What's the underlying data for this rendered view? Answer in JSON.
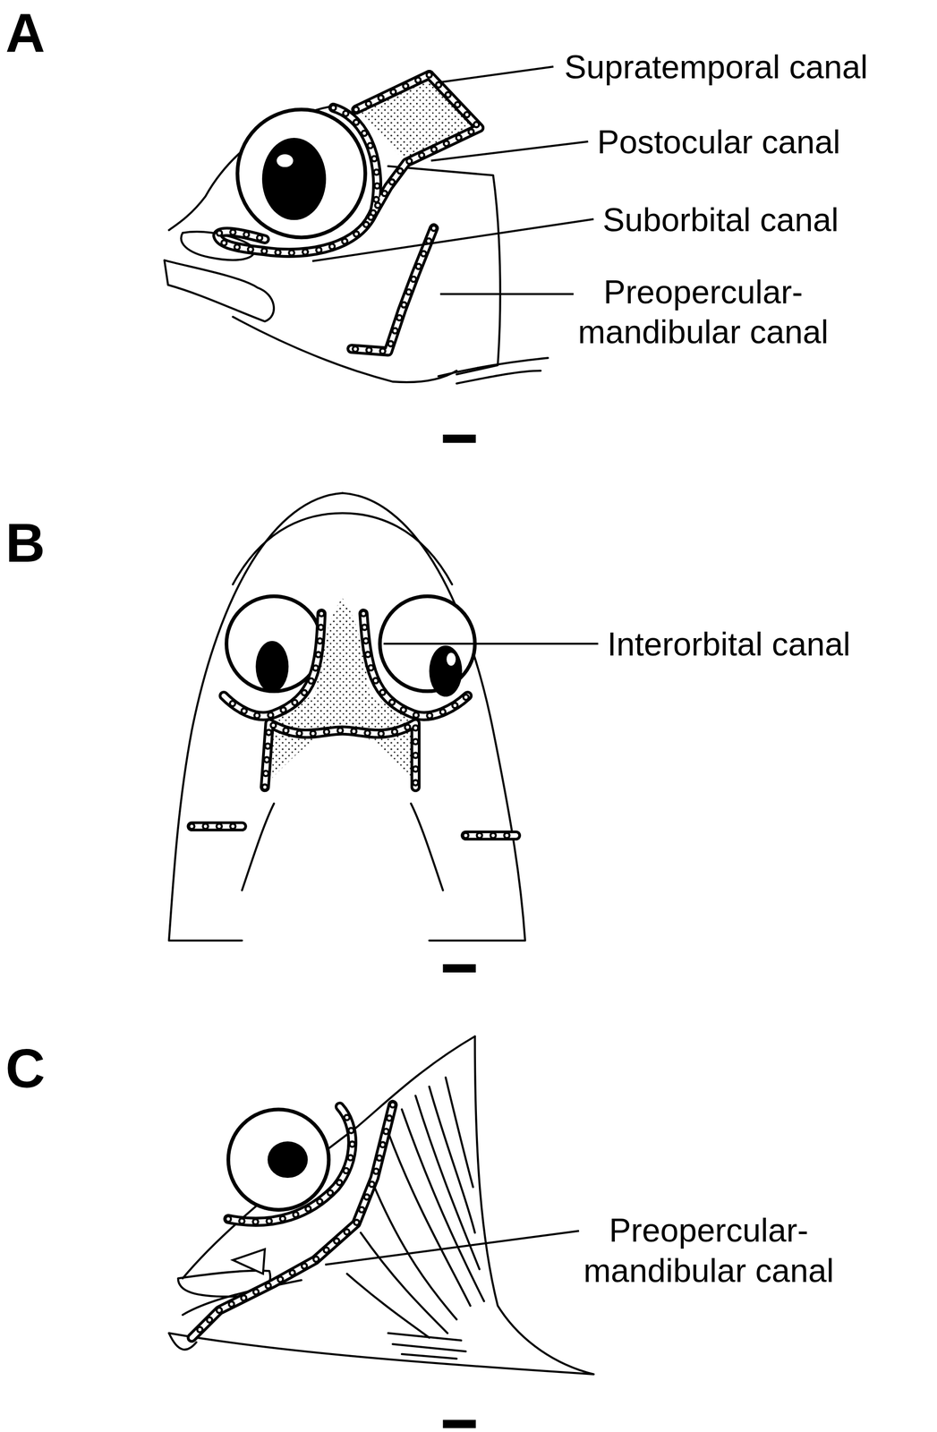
{
  "diagram": {
    "labels": [
      "A",
      "Supratemporal canal",
      "Postocular canal",
      "Suborbital canal",
      "Preopercular- mandibular canal",
      "B",
      "Interorbital canal",
      "C",
      "Preopercular- mandibular canal"
    ]
  }
}
